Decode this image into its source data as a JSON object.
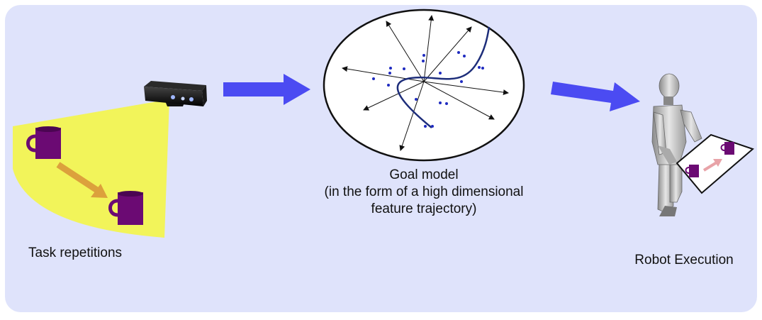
{
  "background_color": "#dfe3fb",
  "arrow_color": "#4b4bf2",
  "light_cone_color": "#f2f45a",
  "mug_color": "#6b0a73",
  "trajectory_color": "#1d2d7a",
  "point_color": "#1f2bc0",
  "captions": {
    "task_repetitions": "Task repetitions",
    "goal_model_line1": "Goal model",
    "goal_model_line2": "(in the form of a high dimensional",
    "goal_model_line3": "feature trajectory)",
    "robot_execution": "Robot Execution"
  },
  "icons": {
    "sensor": "depth-camera-icon",
    "mug": "mug-icon",
    "robot": "humanoid-robot-icon",
    "flow_arrow": "right-arrow-icon"
  }
}
